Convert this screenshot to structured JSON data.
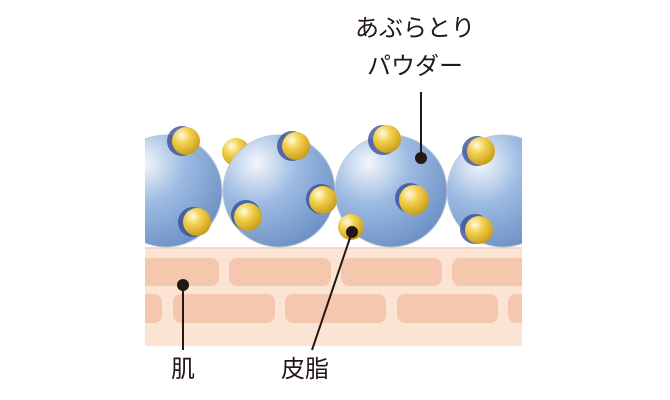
{
  "labels": {
    "powder_line1": "あぶらとり",
    "powder_line2": "パウダー",
    "skin": "肌",
    "sebum": "皮脂"
  },
  "colors": {
    "sphere": "#8fb0da",
    "sebum": "#e8bf3a",
    "skin_base": "#fce4d4",
    "skin_cell": "#f5c7ae",
    "line": "#231815"
  }
}
